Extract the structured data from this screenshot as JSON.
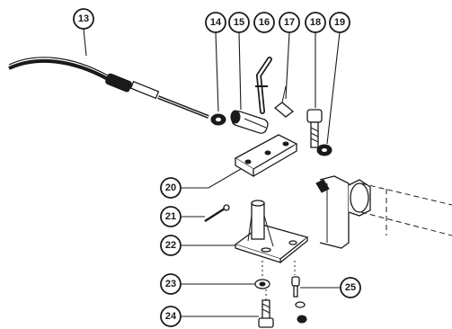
{
  "diagram": {
    "callouts": {
      "c13": "13",
      "c14": "14",
      "c15": "15",
      "c16": "16",
      "c17": "17",
      "c18": "18",
      "c19": "19",
      "c20": "20",
      "c21": "21",
      "c22": "22",
      "c23": "23",
      "c24": "24",
      "c25": "25"
    }
  }
}
